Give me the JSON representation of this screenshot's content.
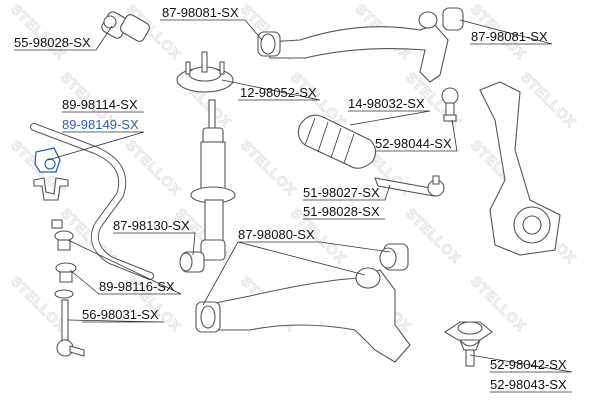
{
  "watermark": "STELLOX",
  "highlight_color": "#2a62b0",
  "labels": [
    {
      "id": "55-98028",
      "text": "55-98028-SX"
    },
    {
      "id": "87-98081-a",
      "text": "87-98081-SX"
    },
    {
      "id": "87-98081-b",
      "text": "87-98081-SX"
    },
    {
      "id": "12-98052",
      "text": "12-98052-SX"
    },
    {
      "id": "89-98114",
      "text": "89-98114-SX"
    },
    {
      "id": "89-98149",
      "text": "89-98149-SX",
      "highlighted": true
    },
    {
      "id": "14-98032",
      "text": "14-98032-SX"
    },
    {
      "id": "52-98044",
      "text": "52-98044-SX"
    },
    {
      "id": "51-98027",
      "text": "51-98027-SX"
    },
    {
      "id": "51-98028",
      "text": "51-98028-SX"
    },
    {
      "id": "87-98130",
      "text": "87-98130-SX"
    },
    {
      "id": "87-98080",
      "text": "87-98080-SX"
    },
    {
      "id": "89-98116",
      "text": "89-98116-SX"
    },
    {
      "id": "56-98031",
      "text": "56-98031-SX"
    },
    {
      "id": "52-98042",
      "text": "52-98042-SX"
    },
    {
      "id": "52-98043",
      "text": "52-98043-SX"
    }
  ]
}
